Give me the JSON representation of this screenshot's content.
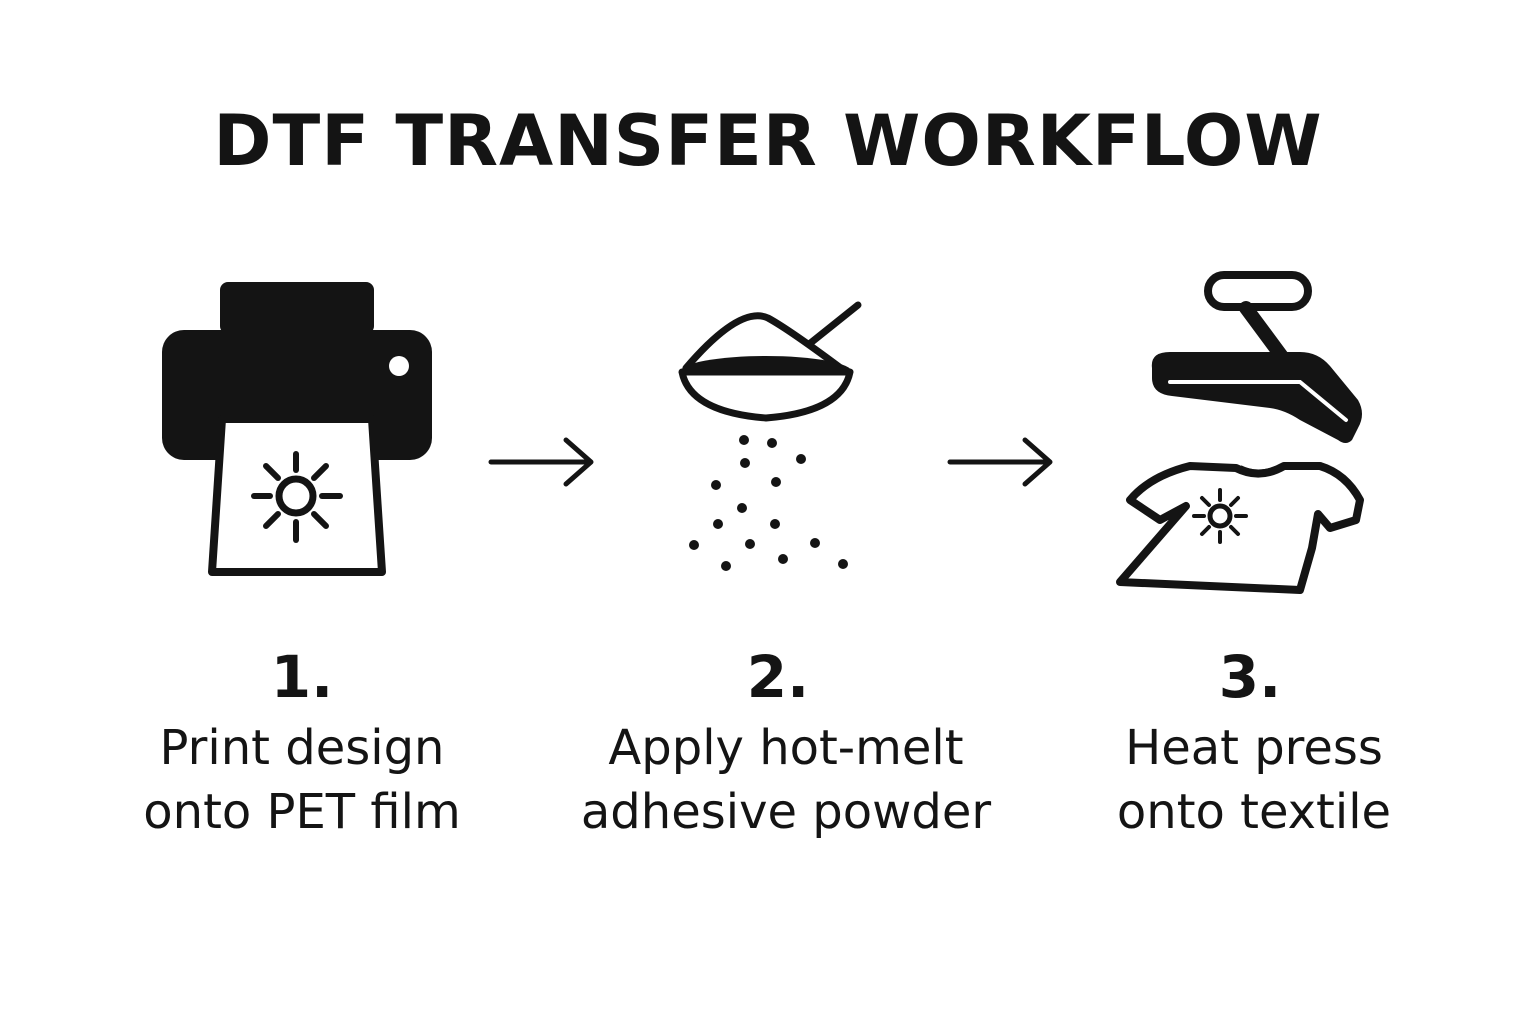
{
  "title": "DTF TRANSFER WORKFLOW",
  "steps": [
    {
      "number": "1.",
      "line1": "Print design",
      "line2": "onto PET film",
      "icon": "printer-icon"
    },
    {
      "number": "2.",
      "line1": "Apply hot-melt",
      "line2": "adhesive powder",
      "icon": "powder-bowl-icon"
    },
    {
      "number": "3.",
      "line1": "Heat press",
      "line2": "onto textile",
      "icon": "heat-press-icon"
    }
  ],
  "colors": {
    "ink": "#141414",
    "background": "#ffffff"
  }
}
